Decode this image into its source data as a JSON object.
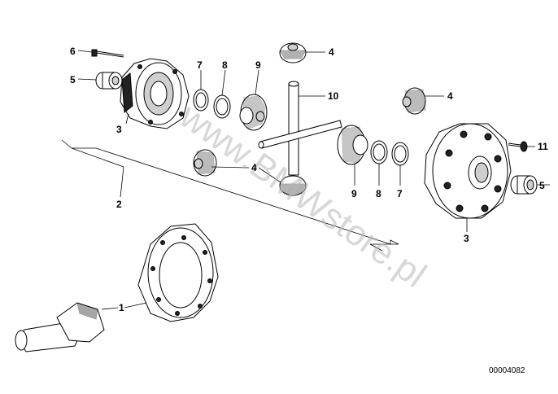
{
  "diagram": {
    "watermark": "www.BMWstore.pl",
    "reference_number": "00004082",
    "callouts": [
      "1",
      "2",
      "3",
      "3",
      "4",
      "4",
      "4",
      "5",
      "5",
      "6",
      "7",
      "7",
      "8",
      "8",
      "9",
      "9",
      "10",
      "11"
    ]
  }
}
